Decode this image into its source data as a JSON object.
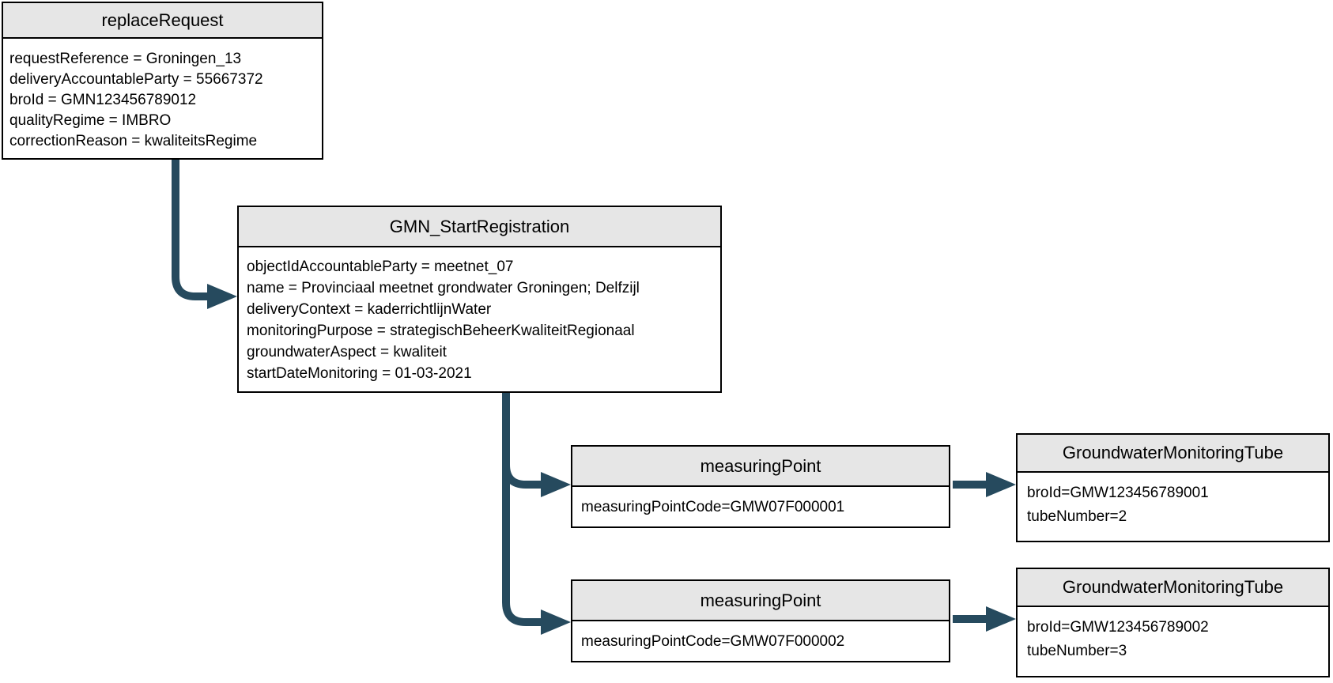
{
  "diagram": {
    "colors": {
      "arrow": "#264A5E",
      "node_header_fill": "#E6E6E6",
      "node_border": "#000000",
      "background": "#FFFFFF"
    },
    "nodes": {
      "replace_request": {
        "title": "replaceRequest",
        "lines": [
          "requestReference = Groningen_13",
          "deliveryAccountableParty = 55667372",
          "broId = GMN123456789012",
          "qualityRegime = IMBRO",
          "correctionReason = kwaliteitsRegime"
        ]
      },
      "gmn_start_registration": {
        "title": "GMN_StartRegistration",
        "lines": [
          "objectIdAccountableParty = meetnet_07",
          "name = Provinciaal meetnet grondwater Groningen; Delfzijl",
          "deliveryContext = kaderrichtlijnWater",
          "monitoringPurpose = strategischBeheerKwaliteitRegionaal",
          "groundwaterAspect = kwaliteit",
          "startDateMonitoring = 01-03-2021"
        ]
      },
      "measuring_point_1": {
        "title": "measuringPoint",
        "lines": [
          "measuringPointCode=GMW07F000001"
        ]
      },
      "measuring_point_2": {
        "title": "measuringPoint",
        "lines": [
          "measuringPointCode=GMW07F000002"
        ]
      },
      "tube_1": {
        "title": "GroundwaterMonitoringTube",
        "lines": [
          "broId=GMW123456789001",
          "tubeNumber=2"
        ]
      },
      "tube_2": {
        "title": "GroundwaterMonitoringTube",
        "lines": [
          "broId=GMW123456789002",
          "tubeNumber=3"
        ]
      }
    },
    "edges": [
      {
        "from": "replace_request",
        "to": "gmn_start_registration"
      },
      {
        "from": "gmn_start_registration",
        "to": "measuring_point_1"
      },
      {
        "from": "gmn_start_registration",
        "to": "measuring_point_2"
      },
      {
        "from": "measuring_point_1",
        "to": "tube_1"
      },
      {
        "from": "measuring_point_2",
        "to": "tube_2"
      }
    ]
  }
}
